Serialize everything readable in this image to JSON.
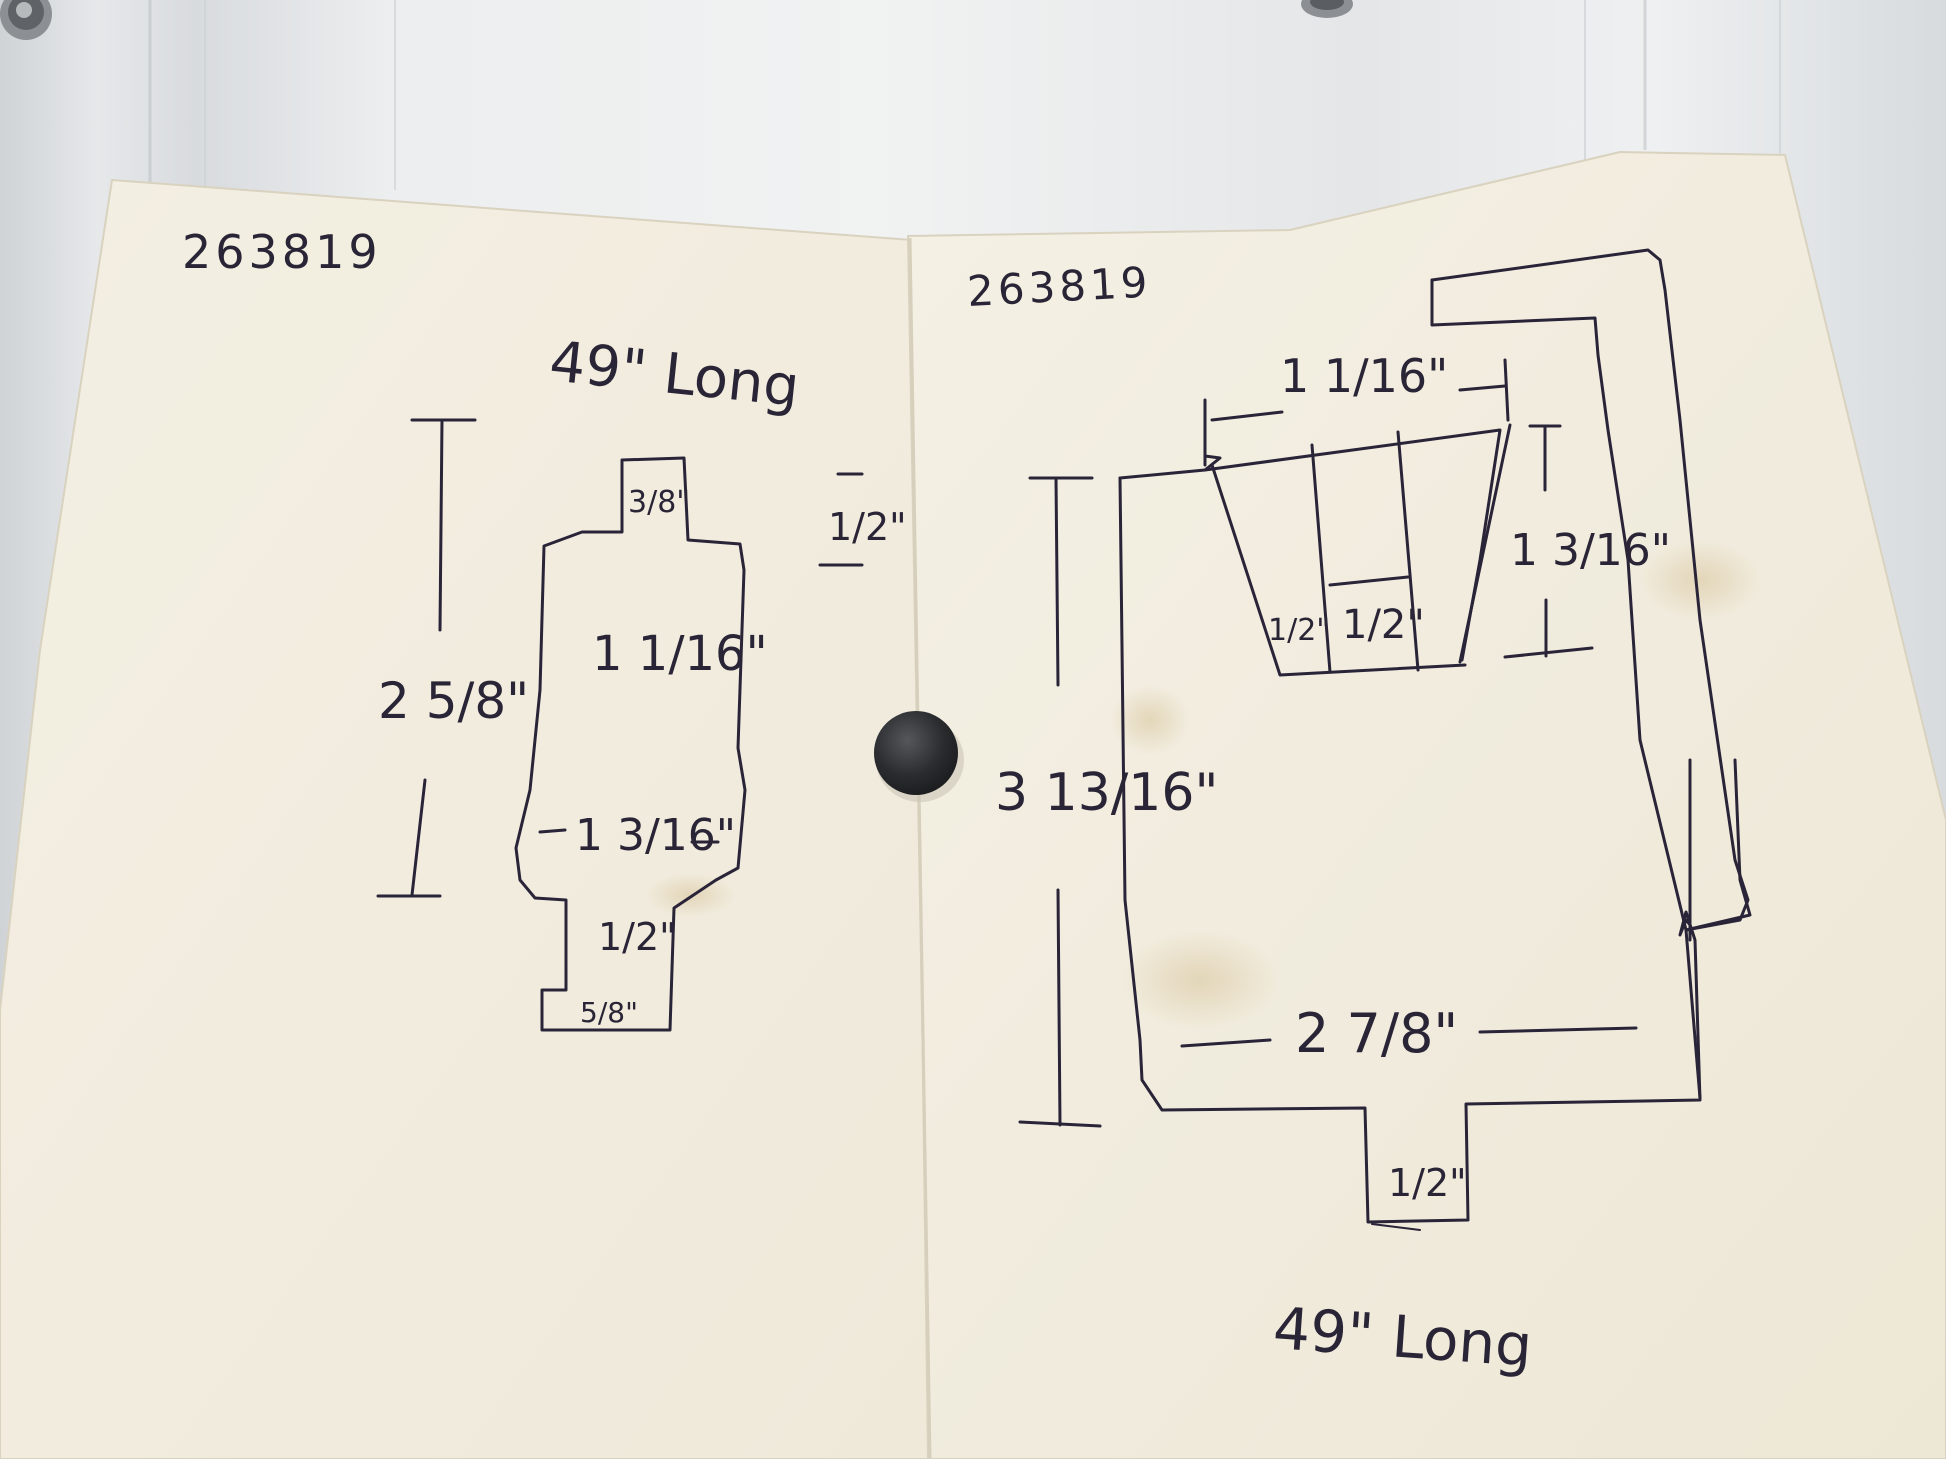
{
  "left_sheet": {
    "part_number": "263819",
    "length_label": "49\" Long",
    "dims": {
      "top_tab": "3/8\"",
      "upper_width": "1 1/16\"",
      "height": "2 5/8\"",
      "lower_width": "1 3/16\"",
      "bottom_tab": "1/2\"",
      "bottom_width": "5/8\""
    }
  },
  "gap_label": "1/2\"",
  "right_sheet": {
    "part_number": "263819",
    "length_label": "49\" Long",
    "dims": {
      "slot_width": "1 1/16\"",
      "slot_depth": "1 3/16\"",
      "slot_step": "1/2\"",
      "slot_inner_width": "1/2\"",
      "height": "3 13/16\"",
      "width": "2 7/8\"",
      "bottom_tab": "1/2\""
    }
  }
}
